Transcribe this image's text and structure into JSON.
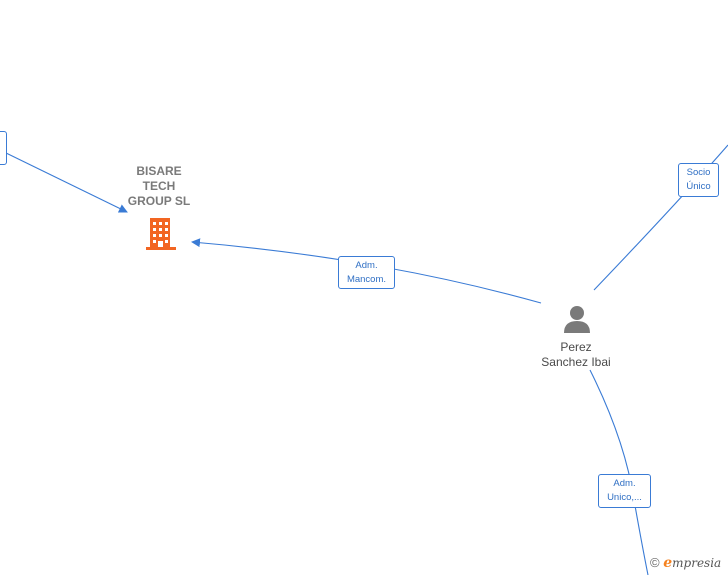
{
  "company": {
    "name": "BISARE\nTECH\nGROUP  SL",
    "icon": "building-icon",
    "icon_color": "#f26522"
  },
  "person": {
    "name": "Perez\nSanchez Ibai",
    "icon": "person-icon",
    "icon_color": "#7a7a7a"
  },
  "edges": {
    "adm_mancom": "Adm.\nMancom.",
    "socio_unico": "Socio\nÚnico",
    "adm_unico": "Adm.\nUnico,..."
  },
  "watermark": {
    "copyright": "©",
    "brand_initial": "e",
    "brand_rest": "mpresia"
  },
  "colors": {
    "edge": "#3a7bd5",
    "label_text": "#2f6fc4"
  }
}
